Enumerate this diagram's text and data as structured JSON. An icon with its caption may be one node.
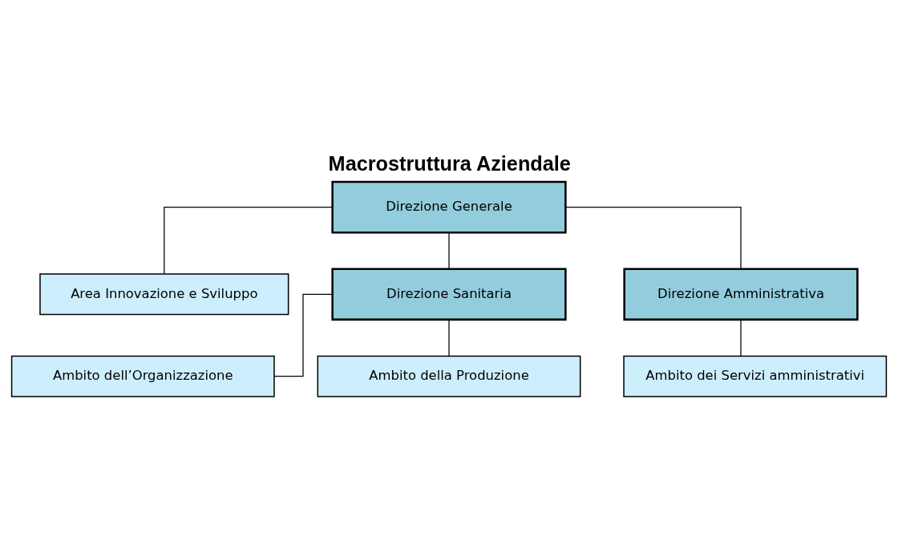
{
  "diagram": {
    "title": "Macrostruttura Aziendale",
    "nodes": [
      {
        "text": [
          "Direzione Generale"
        ]
      },
      {
        "text": [
          "Area Innovazione e Sviluppo"
        ]
      },
      {
        "text": [
          "Direzione Sanitaria"
        ]
      },
      {
        "text": [
          "Direzione Amministrativa"
        ]
      },
      {
        "text": [
          "Ambito dell’Organizzazione"
        ]
      },
      {
        "text": [
          "Ambito della Produzione"
        ]
      },
      {
        "text": [
          "Ambito dei Servizi amministrativi"
        ]
      }
    ],
    "edges": [
      {
        "from": 0,
        "to": 1,
        "arrow": "none"
      },
      {
        "from": 0,
        "to": 2,
        "arrow": "none"
      },
      {
        "from": 0,
        "to": 3,
        "arrow": "none"
      },
      {
        "from": 2,
        "to": 4,
        "arrow": "none"
      },
      {
        "from": 2,
        "to": 5,
        "arrow": "none"
      },
      {
        "from": 3,
        "to": 6,
        "arrow": "none"
      }
    ]
  }
}
